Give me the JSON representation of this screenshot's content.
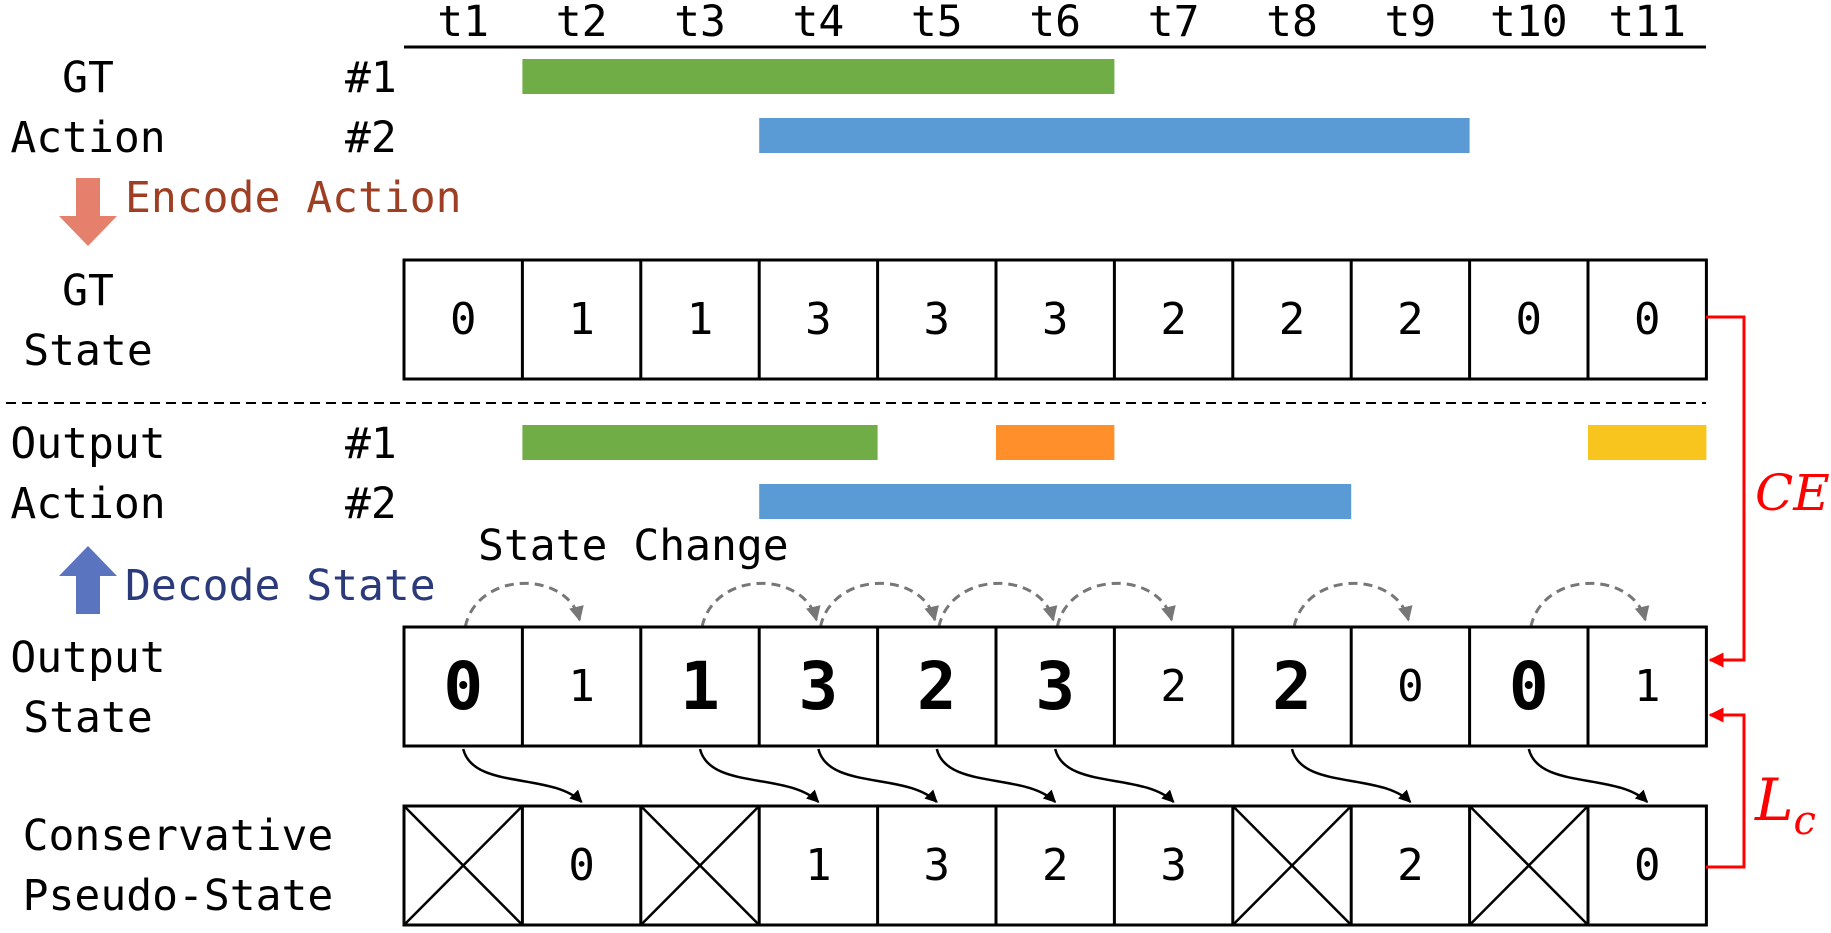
{
  "time_ticks": [
    "t1",
    "t2",
    "t3",
    "t4",
    "t5",
    "t6",
    "t7",
    "t8",
    "t9",
    "t10",
    "t11"
  ],
  "gt_action": {
    "label_line1": "GT",
    "label_line2": "Action",
    "tracks": [
      {
        "label": "#1",
        "bars": [
          {
            "start": 2,
            "end": 6,
            "color": "#70ad47"
          }
        ]
      },
      {
        "label": "#2",
        "bars": [
          {
            "start": 4,
            "end": 9,
            "color": "#5b9bd5"
          }
        ]
      }
    ]
  },
  "encode": {
    "label": "Encode Action",
    "arrow_color": "#e4806b",
    "text_color": "#9e3e22"
  },
  "gt_state": {
    "label_line1": "GT",
    "label_line2": "State",
    "values": [
      "0",
      "1",
      "1",
      "3",
      "3",
      "3",
      "2",
      "2",
      "2",
      "0",
      "0"
    ]
  },
  "output_action": {
    "label_line1": "Output",
    "label_line2": "Action",
    "tracks": [
      {
        "label": "#1",
        "bars": [
          {
            "start": 2,
            "end": 4,
            "color": "#70ad47"
          },
          {
            "start": 6,
            "end": 6,
            "color": "#ff8f2a"
          },
          {
            "start": 11,
            "end": 11,
            "color": "#f7c51d"
          }
        ]
      },
      {
        "label": "#2",
        "bars": [
          {
            "start": 4,
            "end": 8,
            "color": "#5b9bd5"
          }
        ]
      }
    ]
  },
  "state_change_label": "State Change",
  "state_change_arcs": [
    [
      1,
      2
    ],
    [
      3,
      4
    ],
    [
      4,
      5
    ],
    [
      5,
      6
    ],
    [
      6,
      7
    ],
    [
      8,
      9
    ],
    [
      10,
      11
    ]
  ],
  "decode": {
    "label": "Decode State",
    "arrow_color": "#5b74c0",
    "text_color": "#2b3a7a"
  },
  "output_state": {
    "label_line1": "Output",
    "label_line2": "State",
    "values": [
      "0",
      "1",
      "1",
      "3",
      "2",
      "3",
      "2",
      "2",
      "0",
      "0",
      "1"
    ],
    "bold": [
      true,
      false,
      true,
      true,
      true,
      true,
      false,
      true,
      false,
      true,
      false
    ]
  },
  "conservative": {
    "label_line1": "Conservative",
    "label_line2": "Pseudo-State",
    "values": [
      "X",
      "0",
      "X",
      "1",
      "3",
      "2",
      "3",
      "X",
      "2",
      "X",
      "0"
    ]
  },
  "propagation_arrows": [
    [
      1,
      2
    ],
    [
      3,
      4
    ],
    [
      4,
      5
    ],
    [
      5,
      6
    ],
    [
      6,
      7
    ],
    [
      8,
      9
    ],
    [
      10,
      11
    ]
  ],
  "loss_ce": "CE",
  "loss_lc_main": "L",
  "loss_lc_sub": "c",
  "loss_color": "#ff0000"
}
